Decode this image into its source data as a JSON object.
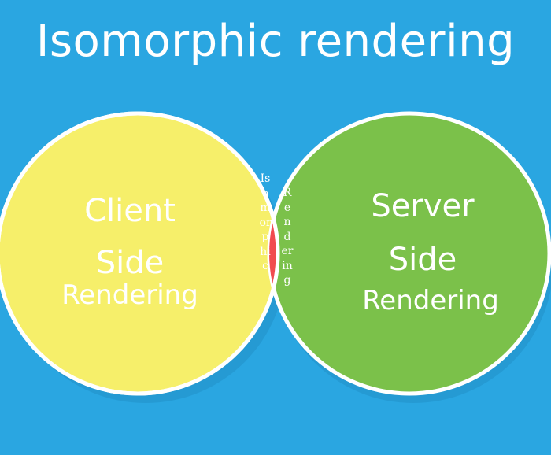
{
  "title": "Isomorphic rendering",
  "colors": {
    "background": "#2aa6e1",
    "client_circle": "#f6ef6a",
    "server_circle": "#7bc14a",
    "overlap": "#f14b4f",
    "circle_border": "#ffffff",
    "text": "#ffffff"
  },
  "client": {
    "line1": "Client",
    "line2": "Side",
    "line3": "Rendering"
  },
  "server": {
    "line1": "Server",
    "line2": "Side",
    "line3": "Rendering"
  },
  "overlap": {
    "word1": "Isomorphic",
    "word2": "Rendering"
  }
}
